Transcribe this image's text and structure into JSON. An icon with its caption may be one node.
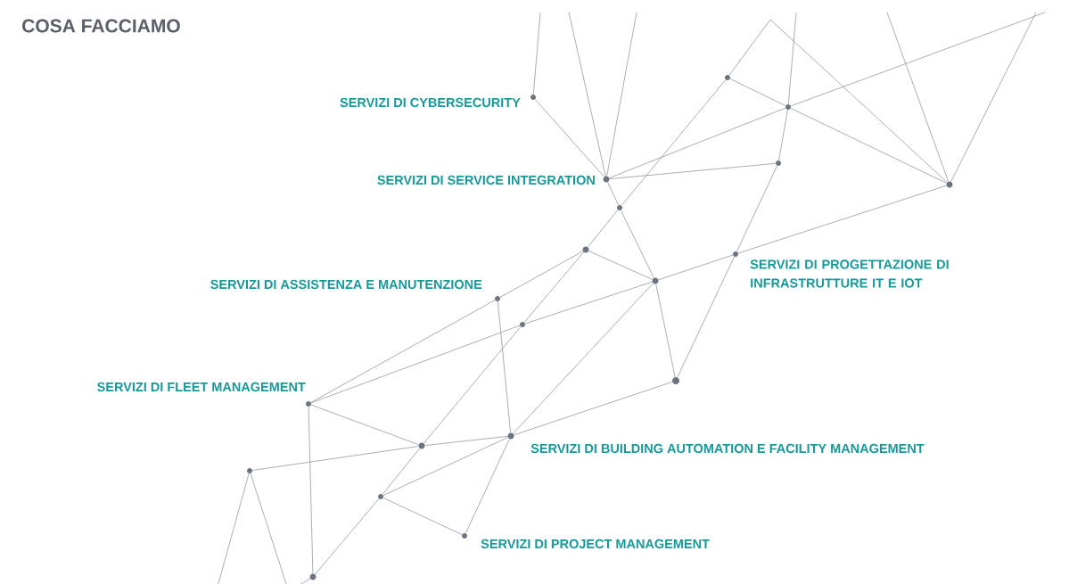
{
  "diagram": {
    "title": "COSA FACCIAMO",
    "nodes": [
      {
        "text": [],
        "shape": "circle"
      },
      {
        "text": [],
        "shape": "circle",
        "beside": [
          "SERVIZI DI CYBERSECURITY"
        ]
      },
      {
        "text": [],
        "shape": "circle"
      },
      {
        "text": [],
        "shape": "circle"
      },
      {
        "text": [],
        "shape": "circle",
        "beside": [
          "SERVIZI DI SERVICE INTEGRATION"
        ]
      },
      {
        "text": [],
        "shape": "circle"
      },
      {
        "text": [],
        "shape": "circle"
      },
      {
        "text": [],
        "shape": "circle"
      },
      {
        "text": [],
        "shape": "circle",
        "beside": [
          "SERVIZI DI PROGETTAZIONE DI INFRASTRUTTURE IT E IOT"
        ]
      },
      {
        "text": [],
        "shape": "circle"
      },
      {
        "text": [],
        "shape": "circle",
        "beside": [
          "SERVIZI DI ASSISTENZA E MANUTENZIONE"
        ]
      },
      {
        "text": [],
        "shape": "circle"
      },
      {
        "text": [],
        "shape": "circle"
      },
      {
        "text": [],
        "shape": "circle",
        "beside": [
          "SERVIZI DI FLEET MANAGEMENT"
        ]
      },
      {
        "text": [],
        "shape": "circle",
        "beside": [
          "SERVIZI DI BUILDING AUTOMATION E FACILITY MANAGEMENT"
        ]
      },
      {
        "text": [],
        "shape": "circle"
      },
      {
        "text": [],
        "shape": "circle"
      },
      {
        "text": [],
        "shape": "circle"
      },
      {
        "text": [],
        "shape": "circle",
        "beside": [
          "SERVIZI DI PROJECT MANAGEMENT"
        ]
      },
      {
        "text": [],
        "shape": "circle"
      }
    ],
    "edges": [
      {
        "from": null,
        "to": 1,
        "arrow": "none"
      },
      {
        "from": null,
        "to": 4,
        "arrow": "none"
      },
      {
        "from": null,
        "to": 4,
        "arrow": "none"
      },
      {
        "from": null,
        "to": 2,
        "arrow": "none"
      },
      {
        "from": null,
        "to": 5,
        "arrow": "none"
      },
      {
        "from": null,
        "to": 5,
        "arrow": "none"
      },
      {
        "from": null,
        "to": 2,
        "arrow": "none"
      },
      {
        "from": null,
        "to": 16,
        "arrow": "none"
      },
      {
        "from": null,
        "to": 16,
        "arrow": "none"
      },
      {
        "from": null,
        "to": 19,
        "arrow": "none"
      },
      {
        "from": 1,
        "to": 4,
        "arrow": "none"
      },
      {
        "from": 0,
        "to": 2,
        "arrow": "none"
      },
      {
        "from": 2,
        "to": 5,
        "arrow": "none"
      },
      {
        "from": 0,
        "to": 5,
        "arrow": "none"
      },
      {
        "from": 4,
        "to": 2,
        "arrow": "none"
      },
      {
        "from": 4,
        "to": 3,
        "arrow": "none"
      },
      {
        "from": 2,
        "to": 3,
        "arrow": "none"
      },
      {
        "from": 3,
        "to": 8,
        "arrow": "none"
      },
      {
        "from": 8,
        "to": 12,
        "arrow": "none"
      },
      {
        "from": 5,
        "to": 8,
        "arrow": "none"
      },
      {
        "from": 8,
        "to": 9,
        "arrow": "none"
      },
      {
        "from": 9,
        "to": 11,
        "arrow": "none"
      },
      {
        "from": 11,
        "to": 13,
        "arrow": "none"
      },
      {
        "from": 4,
        "to": 6,
        "arrow": "none"
      },
      {
        "from": 6,
        "to": 9,
        "arrow": "none"
      },
      {
        "from": 0,
        "to": 6,
        "arrow": "none"
      },
      {
        "from": 6,
        "to": 7,
        "arrow": "none"
      },
      {
        "from": 7,
        "to": 9,
        "arrow": "none"
      },
      {
        "from": 7,
        "to": 10,
        "arrow": "none"
      },
      {
        "from": 7,
        "to": 11,
        "arrow": "none"
      },
      {
        "from": 11,
        "to": 15,
        "arrow": "none"
      },
      {
        "from": 15,
        "to": 17,
        "arrow": "none"
      },
      {
        "from": 17,
        "to": 19,
        "arrow": "none"
      },
      {
        "from": 10,
        "to": 13,
        "arrow": "none"
      },
      {
        "from": 10,
        "to": 14,
        "arrow": "none"
      },
      {
        "from": 9,
        "to": 14,
        "arrow": "none"
      },
      {
        "from": 9,
        "to": 12,
        "arrow": "none"
      },
      {
        "from": 12,
        "to": 14,
        "arrow": "none"
      },
      {
        "from": 13,
        "to": 15,
        "arrow": "none"
      },
      {
        "from": 15,
        "to": 14,
        "arrow": "none"
      },
      {
        "from": 16,
        "to": 15,
        "arrow": "none"
      },
      {
        "from": 13,
        "to": 19,
        "arrow": "none"
      },
      {
        "from": 17,
        "to": 14,
        "arrow": "none"
      },
      {
        "from": 17,
        "to": 18,
        "arrow": "none"
      },
      {
        "from": 18,
        "to": 14,
        "arrow": "none"
      }
    ]
  }
}
